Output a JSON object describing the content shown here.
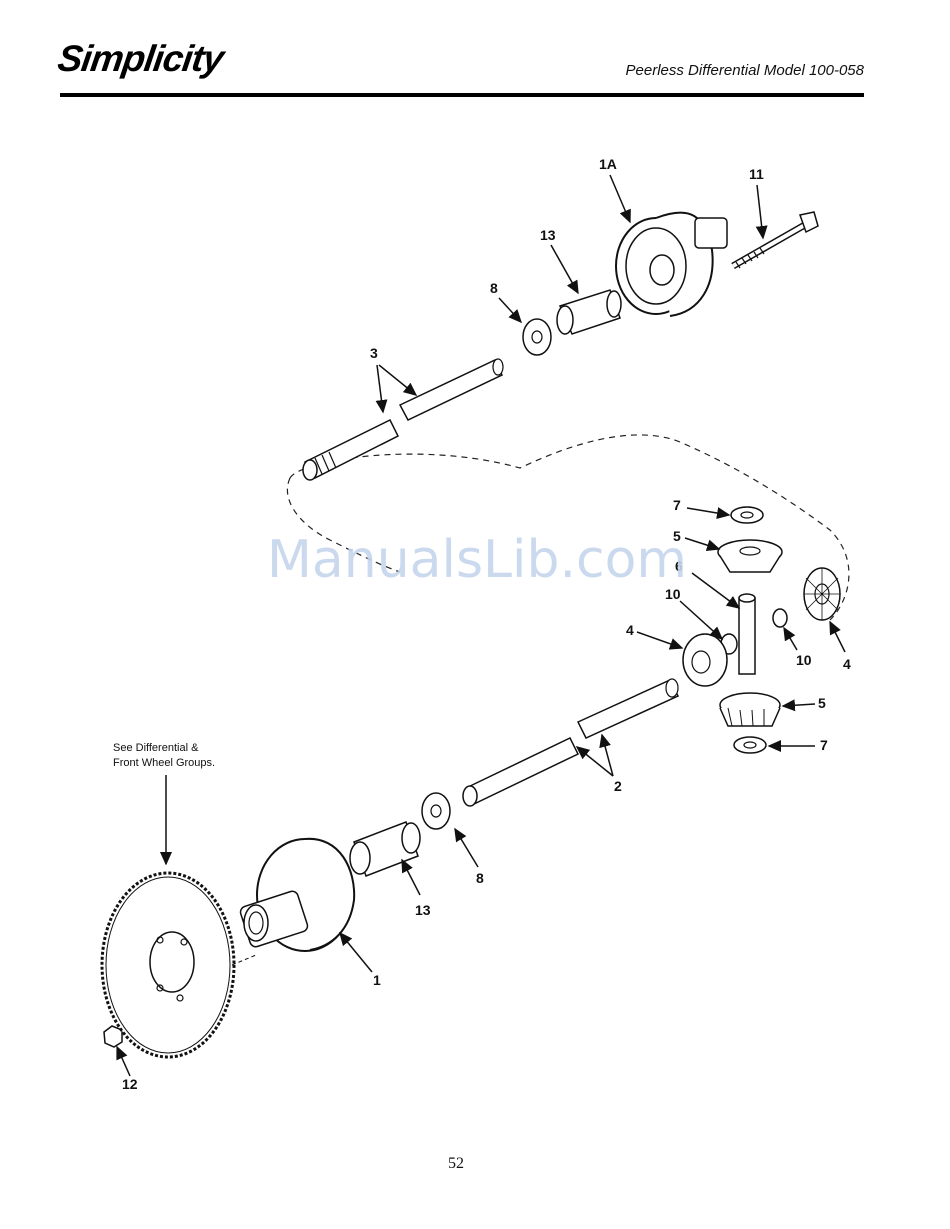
{
  "header": {
    "brand": "Simplicity",
    "title": "Peerless Differential Model 100-058"
  },
  "callouts": {
    "c1a": "1A",
    "c11": "11",
    "c13_top": "13",
    "c8_top": "8",
    "c3": "3",
    "c7_top": "7",
    "c5_top": "5",
    "c6": "6",
    "c10_left": "10",
    "c10_right": "10",
    "c4_left": "4",
    "c4_right": "4",
    "c5_bottom": "5",
    "c7_bottom": "7",
    "c2": "2",
    "c8_bottom": "8",
    "c13_bottom": "13",
    "c1": "1",
    "c12": "12"
  },
  "note": {
    "line1": "See Differential &",
    "line2": "Front Wheel Groups."
  },
  "watermark": "ManualsLib.com",
  "page_number": "52"
}
